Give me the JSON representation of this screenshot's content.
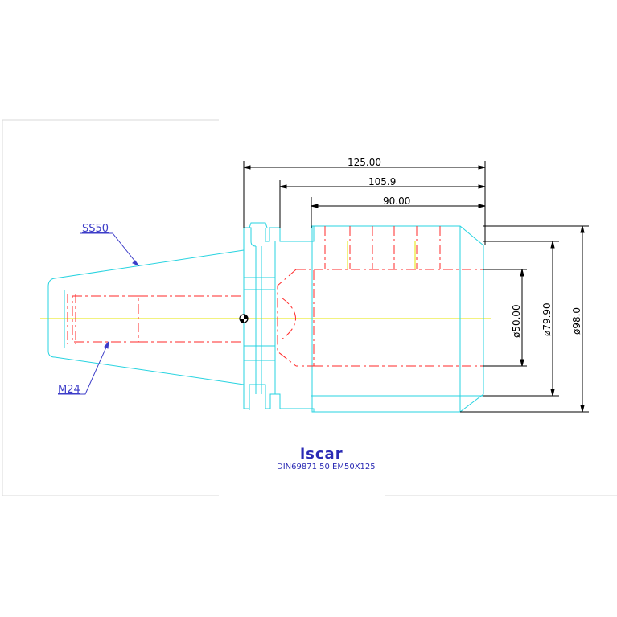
{
  "drawing": {
    "dimensions": {
      "overall_length": "125.00",
      "mid_length": "105.9",
      "bore_length": "90.00",
      "bore_diameter": "ø50.00",
      "body_diameter": "ø79.90",
      "flange_diameter": "ø98.0"
    },
    "callouts": {
      "taper": "SS50",
      "thread": "M24"
    },
    "title_block": {
      "logo": "iscar",
      "caption": "DIN69871  50  EM50X125"
    },
    "colors": {
      "outline": "#27d3e0",
      "hidden": "#ff2a2a",
      "centerline": "#e6e600",
      "dimension": "#000000",
      "callout": "#3c3cc8",
      "frame": "#d9d9d9"
    }
  }
}
